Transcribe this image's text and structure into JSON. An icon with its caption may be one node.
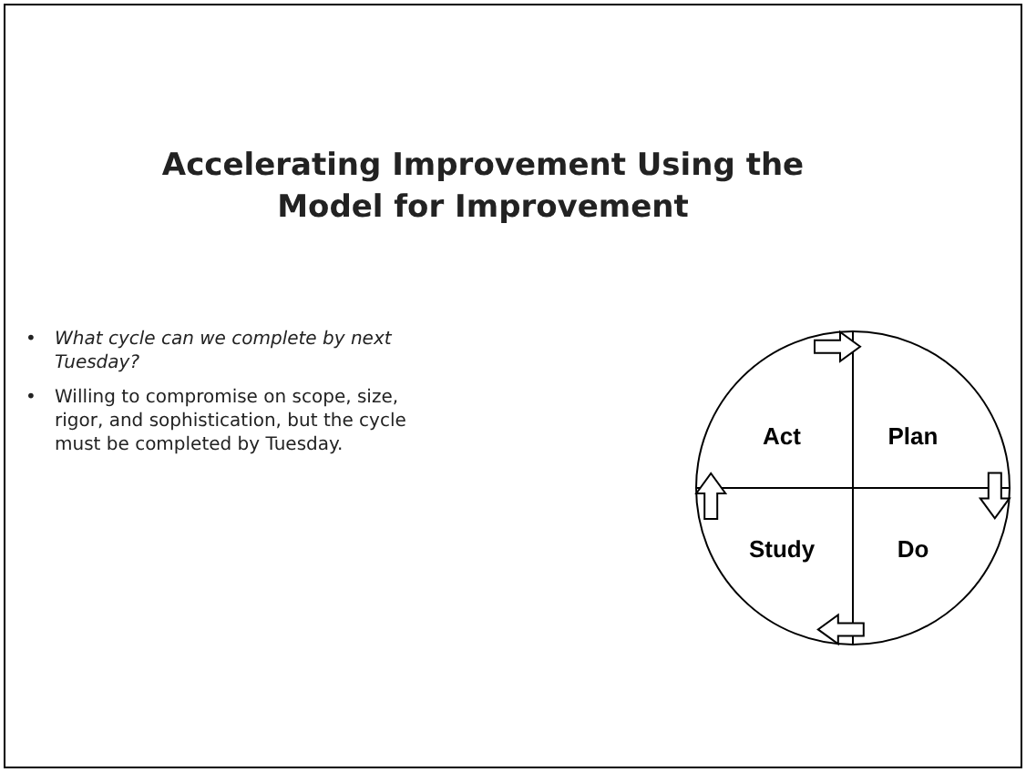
{
  "diagram": {
    "title": "Accelerating Improvement Using the Model for Improvement",
    "nodes": [
      {
        "text": [],
        "shape": "circle"
      },
      {
        "text": [
          "Act"
        ],
        "in": 0
      },
      {
        "text": [
          "Plan"
        ],
        "in": 0
      },
      {
        "text": [
          "Study"
        ],
        "in": 0
      },
      {
        "text": [
          "Do"
        ],
        "in": 0
      }
    ],
    "edges": [
      {
        "from": 1,
        "to": 2,
        "arrow": "to"
      },
      {
        "from": 2,
        "to": 4,
        "arrow": "to"
      },
      {
        "from": 4,
        "to": 3,
        "arrow": "to"
      },
      {
        "from": 3,
        "to": 1,
        "arrow": "to"
      }
    ],
    "labels": [
      "•",
      "What cycle can we complete by next Tuesday?",
      "•",
      "Willing to compromise on scope, size, rigor, and sophistication, but the cycle must be completed by Tuesday."
    ]
  }
}
